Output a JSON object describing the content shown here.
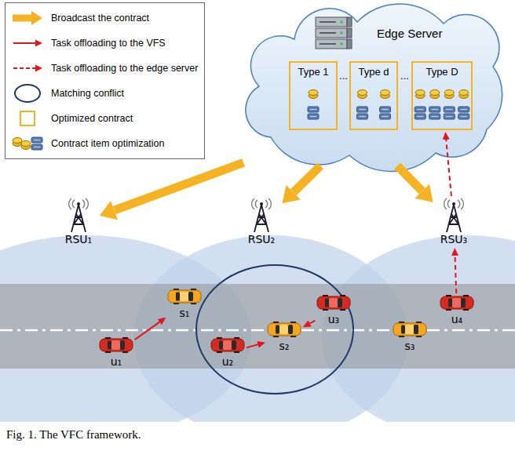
{
  "diagram": {
    "caption": "Fig. 1. The VFC framework.",
    "nodes": [
      {
        "text": [
          "Edge Server"
        ]
      },
      {
        "text": [
          "Type 1"
        ],
        "in": 0
      },
      {
        "text": [
          "Type d"
        ],
        "in": 0
      },
      {
        "text": [
          "Type D"
        ],
        "in": 0
      },
      {
        "text": [
          "RSU₁"
        ]
      },
      {
        "text": [
          "RSU₂"
        ]
      },
      {
        "text": [
          "RSU₃"
        ]
      },
      {
        "text": [
          "u₁"
        ]
      },
      {
        "text": [
          "s₁"
        ]
      },
      {
        "text": [
          "u₂"
        ]
      },
      {
        "text": [
          "s₂"
        ]
      },
      {
        "text": [
          "u₃"
        ]
      },
      {
        "text": [
          "u₄"
        ]
      },
      {
        "text": [
          "s₃"
        ]
      }
    ],
    "edges": [
      {
        "from": 0,
        "to": 4,
        "arrow": "to"
      },
      {
        "from": 0,
        "to": 5,
        "arrow": "to"
      },
      {
        "from": 0,
        "to": 6,
        "arrow": "to"
      },
      {
        "from": 7,
        "to": 8,
        "arrow": "to"
      },
      {
        "from": 9,
        "to": 10,
        "arrow": "to"
      },
      {
        "from": 11,
        "to": 10,
        "arrow": "to"
      },
      {
        "from": 12,
        "to": 6,
        "arrow": "to"
      },
      {
        "from": 6,
        "to": 3,
        "arrow": "to"
      }
    ],
    "labels": [
      "...",
      "..."
    ],
    "legend": [
      {
        "text": "Broadcast the contract"
      },
      {
        "text": "Task offloading to the VFS"
      },
      {
        "text": "Task offloading to the edge server"
      },
      {
        "text": "Matching conflict"
      },
      {
        "text": "Optimized contract"
      },
      {
        "text": "Contract item optimization"
      }
    ]
  }
}
